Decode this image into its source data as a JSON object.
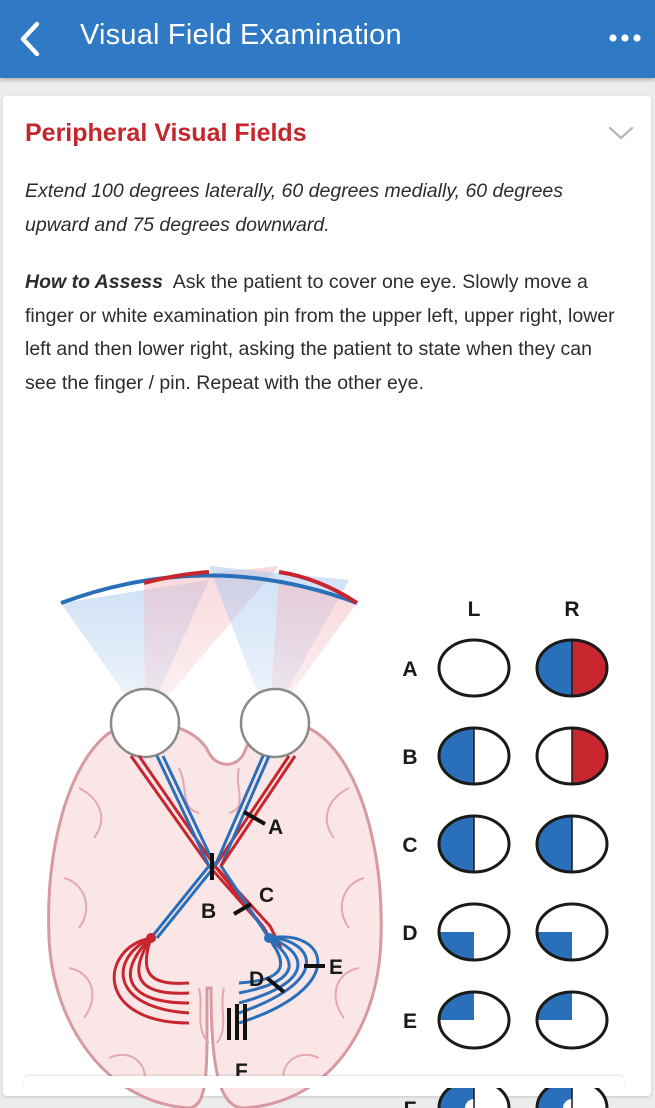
{
  "appbar": {
    "title": "Visual Field Examination",
    "back_icon": "chevron-left-icon",
    "more_icon": "more-horizontal-icon",
    "background": "#2f79c5"
  },
  "section": {
    "title": "Peripheral Visual Fields",
    "collapse_icon": "chevron-down-icon",
    "summary": "Extend 100 degrees laterally, 60 degrees medially, 60 degrees upward and 75 degrees downward.",
    "assess_lead": "How to Assess",
    "assess_text": "Ask the patient to cover one eye. Slowly move a finger or white examination pin from the upper left, upper right, lower left and then lower right, asking the patient to state when they can see the finger / pin. Repeat with the other eye."
  },
  "diagram": {
    "lesion_labels": [
      "A",
      "B",
      "C",
      "D",
      "E",
      "F"
    ],
    "column_headers": [
      "L",
      "R"
    ],
    "colors": {
      "left_pathway": "#c8262e",
      "right_pathway": "#2a6fba",
      "brain": "#fbe6e7",
      "brain_outline": "#d79aa2"
    },
    "rows": [
      {
        "label": "A",
        "left": "none",
        "right": "full"
      },
      {
        "label": "B",
        "left": "left-half",
        "right": "right-half"
      },
      {
        "label": "C",
        "left": "left-half",
        "right": "left-half"
      },
      {
        "label": "D",
        "left": "lower-left-quadrant",
        "right": "lower-left-quadrant"
      },
      {
        "label": "E",
        "left": "upper-left-quadrant",
        "right": "upper-left-quadrant"
      },
      {
        "label": "F",
        "left": "left-half-macular-sparing",
        "right": "left-half-macular-sparing"
      }
    ]
  }
}
